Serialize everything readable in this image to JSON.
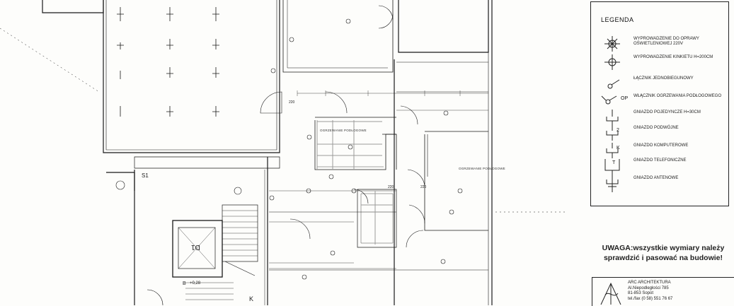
{
  "legend": {
    "title": "LEGENDA",
    "items": [
      {
        "icon": "ceiling-light-outlet-icon",
        "label": "WYPROWADZENIE DO OPRAWY OŚWIETLENIOWEJ 220V",
        "extra": ""
      },
      {
        "icon": "wall-light-outlet-icon",
        "label": "WYPROWADZENIE KINKIETU H=200cm",
        "extra": ""
      },
      {
        "icon": "single-switch-icon",
        "label": "ŁĄCZNIK JEDNOBIEGUNOWY",
        "extra": ""
      },
      {
        "icon": "floor-heating-switch-icon",
        "label": "WŁĄCZNIK OGRZEWANIA PODŁOGOWEGO",
        "extra": "OP"
      },
      {
        "icon": "single-socket-icon",
        "label": "GNIAZDO POJEDYNCZE H=30cm",
        "extra": ""
      },
      {
        "icon": "double-socket-icon",
        "label": "GNIAZDO PODWÓJNE",
        "extra": "2"
      },
      {
        "icon": "computer-socket-icon",
        "label": "GNIAZDO KOMPUTEROWE",
        "extra": "K"
      },
      {
        "icon": "telephone-socket-icon",
        "label": "GNIAZDO TELEFONICZNE",
        "extra": "T"
      },
      {
        "icon": "antenna-socket-icon",
        "label": "GNIAZDO ANTENOWE",
        "extra": ""
      }
    ]
  },
  "note": {
    "line1": "UWAGA:wszystkie wymiary należy",
    "line2": "sprawdzić i pasować na budowie!"
  },
  "titleblock": {
    "logo_icon": "architect-logo-icon",
    "line1": "ARC ARCHITEKTURA",
    "line2": "Al.Niepodległości 785",
    "line3": "81-853 Sopot",
    "line4": "tel./fax (0 58) 551 76 67"
  },
  "plan": {
    "room_labels": [
      {
        "text": "OGRZEWANIE PODŁOGOWE"
      },
      {
        "text": "OGRZEWANIE PODŁOGOWE"
      }
    ],
    "door_dims": [
      {
        "text": "220"
      },
      {
        "text": "220"
      },
      {
        "text": "220"
      }
    ],
    "stair_label": "D1",
    "elevator_label": "S1",
    "section_label": "B",
    "level_label": "+0,28",
    "k_label": "K"
  }
}
